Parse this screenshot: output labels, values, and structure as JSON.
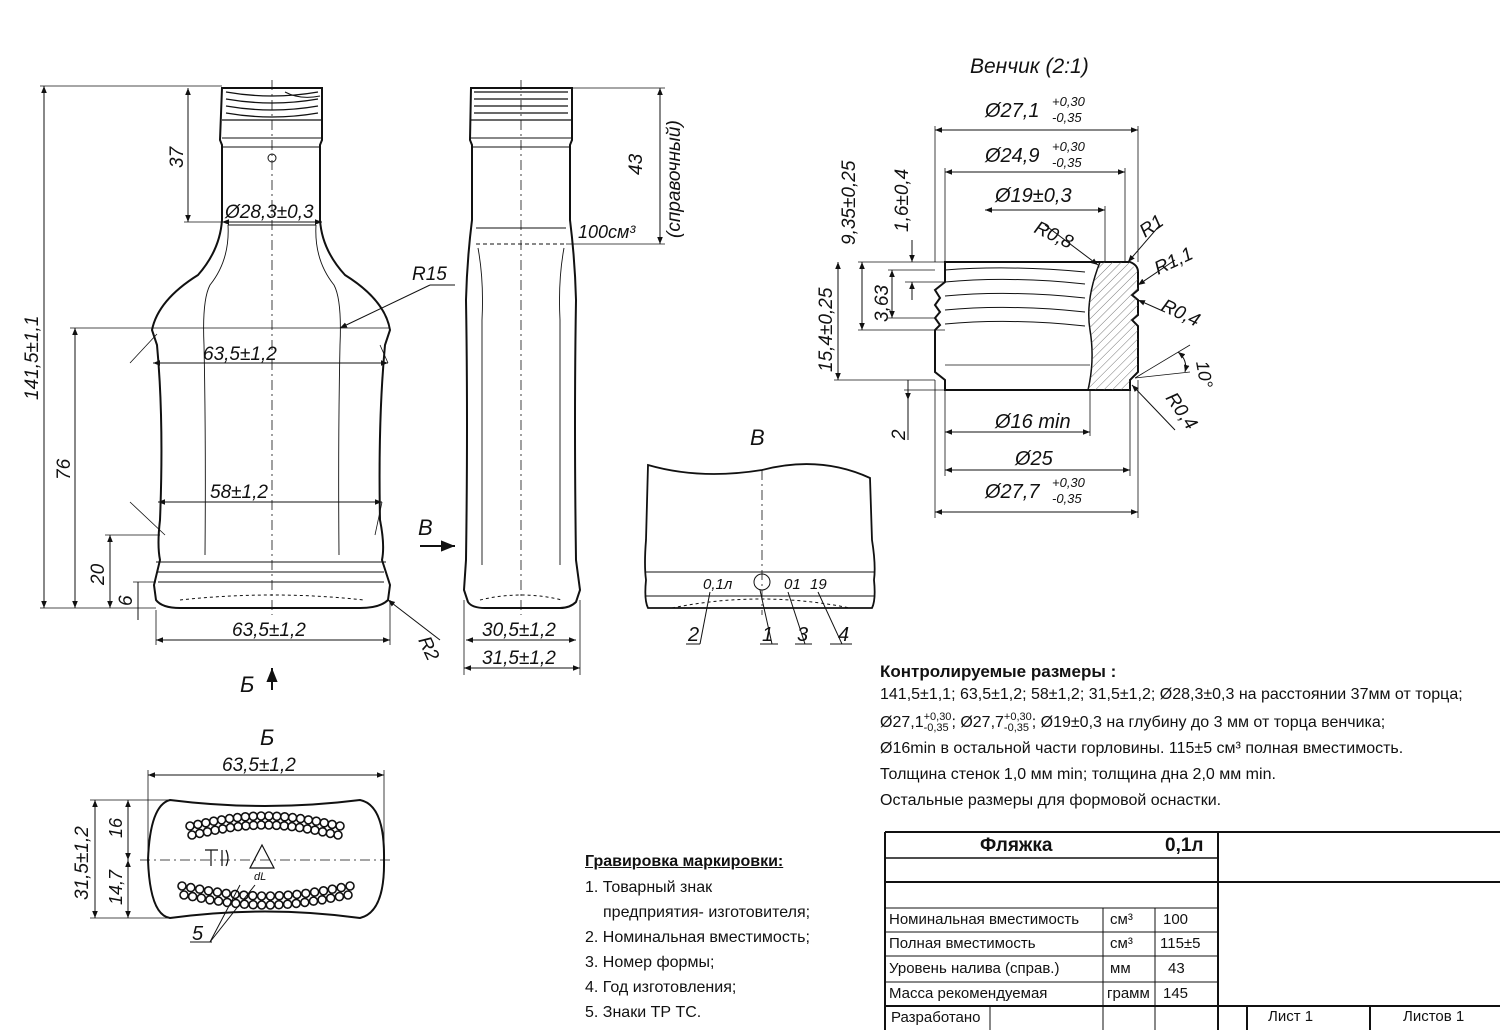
{
  "views": {
    "venchik": "Венчик (2:1)",
    "view_v": "В",
    "view_b": "Б",
    "arrow_v": "В",
    "arrow_b": "Б"
  },
  "front_dims": {
    "overall_height": "141,5±1,1",
    "neck_height": "37",
    "neck_diameter": "Ø28,3±0,3",
    "radius_shoulder": "R15",
    "width_top": "63,5±1,2",
    "body_height": "76",
    "width_mid": "58±1,2",
    "base_height": "20",
    "heel_height": "6",
    "width_bottom": "63,5±1,2",
    "radius_base": "R2"
  },
  "side_dims": {
    "neck_ref": "43",
    "neck_ref_note": "(справочный)",
    "volume_mark": "100см³",
    "thickness_inner": "30,5±1,2",
    "thickness_outer": "31,5±1,2"
  },
  "finish_dims": {
    "d_outer_top": "Ø27,1",
    "d_outer_top_tol_up": "+0,30",
    "d_outer_top_tol_dn": "-0,35",
    "d_thread": "Ø24,9",
    "d_thread_tol_up": "+0,30",
    "d_thread_tol_dn": "-0,35",
    "d_bore": "Ø19±0,3",
    "r08": "R0,8",
    "r1": "R1",
    "r11": "R1,1",
    "r04a": "R0,4",
    "angle": "10°",
    "r04b": "R0,4",
    "h935": "9,35±0,25",
    "h16": "1,6±0,4",
    "h154": "15,4±0,25",
    "h363": "3,63",
    "h2": "2",
    "d16": "Ø16 min",
    "d25": "Ø25",
    "d_outer_bottom": "Ø27,7",
    "d_outer_bottom_tol_up": "+0,30",
    "d_outer_bottom_tol_dn": "-0,35"
  },
  "engraving_view": {
    "cap_volume": "0,1л",
    "form_no": "01",
    "year": "19",
    "callouts": [
      "2",
      "1",
      "3",
      "4"
    ]
  },
  "base_view": {
    "width": "63,5±1,2",
    "depth": "31,5±1,2",
    "d16": "16",
    "d147": "14,7",
    "callout": "5",
    "volume_mark": "dL"
  },
  "controlled": {
    "heading": "Контролируемые размеры :",
    "line1": "141,5±1,1; 63,5±1,2; 58±1,2; 31,5±1,2; Ø28,3±0,3 на расстоянии 37мм от торца;",
    "line2_a": "Ø27,1",
    "line2_a_up": "+0,30",
    "line2_a_dn": "-0,35",
    "line2_b": "; Ø27,7",
    "line2_b_up": "+0,30",
    "line2_b_dn": "-0,35",
    "line2_c": "; Ø19±0,3 на глубину до 3 мм от торца венчика;",
    "line3": "Ø16min в остальной части горловины. 115±5 см³ полная вместимость.",
    "line4": "Толщина стенок 1,0 мм min; толщина дна 2,0 мм min.",
    "line5": "Остальные размеры для формовой оснастки."
  },
  "marking": {
    "heading": "Гравировка маркировки:",
    "items": [
      "1. Товарный знак",
      "    предприятия- изготовителя;",
      "2. Номинальная вместимость;",
      "3. Номер формы;",
      "4. Год изготовления;",
      "5. Знаки ТР ТС."
    ]
  },
  "title_block": {
    "name": "Фляжка",
    "volume": "0,1л",
    "rows": [
      {
        "label": "Номинальная вместимость",
        "unit": "см³",
        "value": "100"
      },
      {
        "label": "Полная вместимость",
        "unit": "см³",
        "value": "115±5"
      },
      {
        "label": "Уровень налива  (справ.)",
        "unit": "мм",
        "value": "43"
      },
      {
        "label": "Масса рекомендуемая",
        "unit": "грамм",
        "value": "145"
      }
    ],
    "developed": "Разработано",
    "sheet": "Лист 1",
    "sheets": "Листов 1"
  }
}
